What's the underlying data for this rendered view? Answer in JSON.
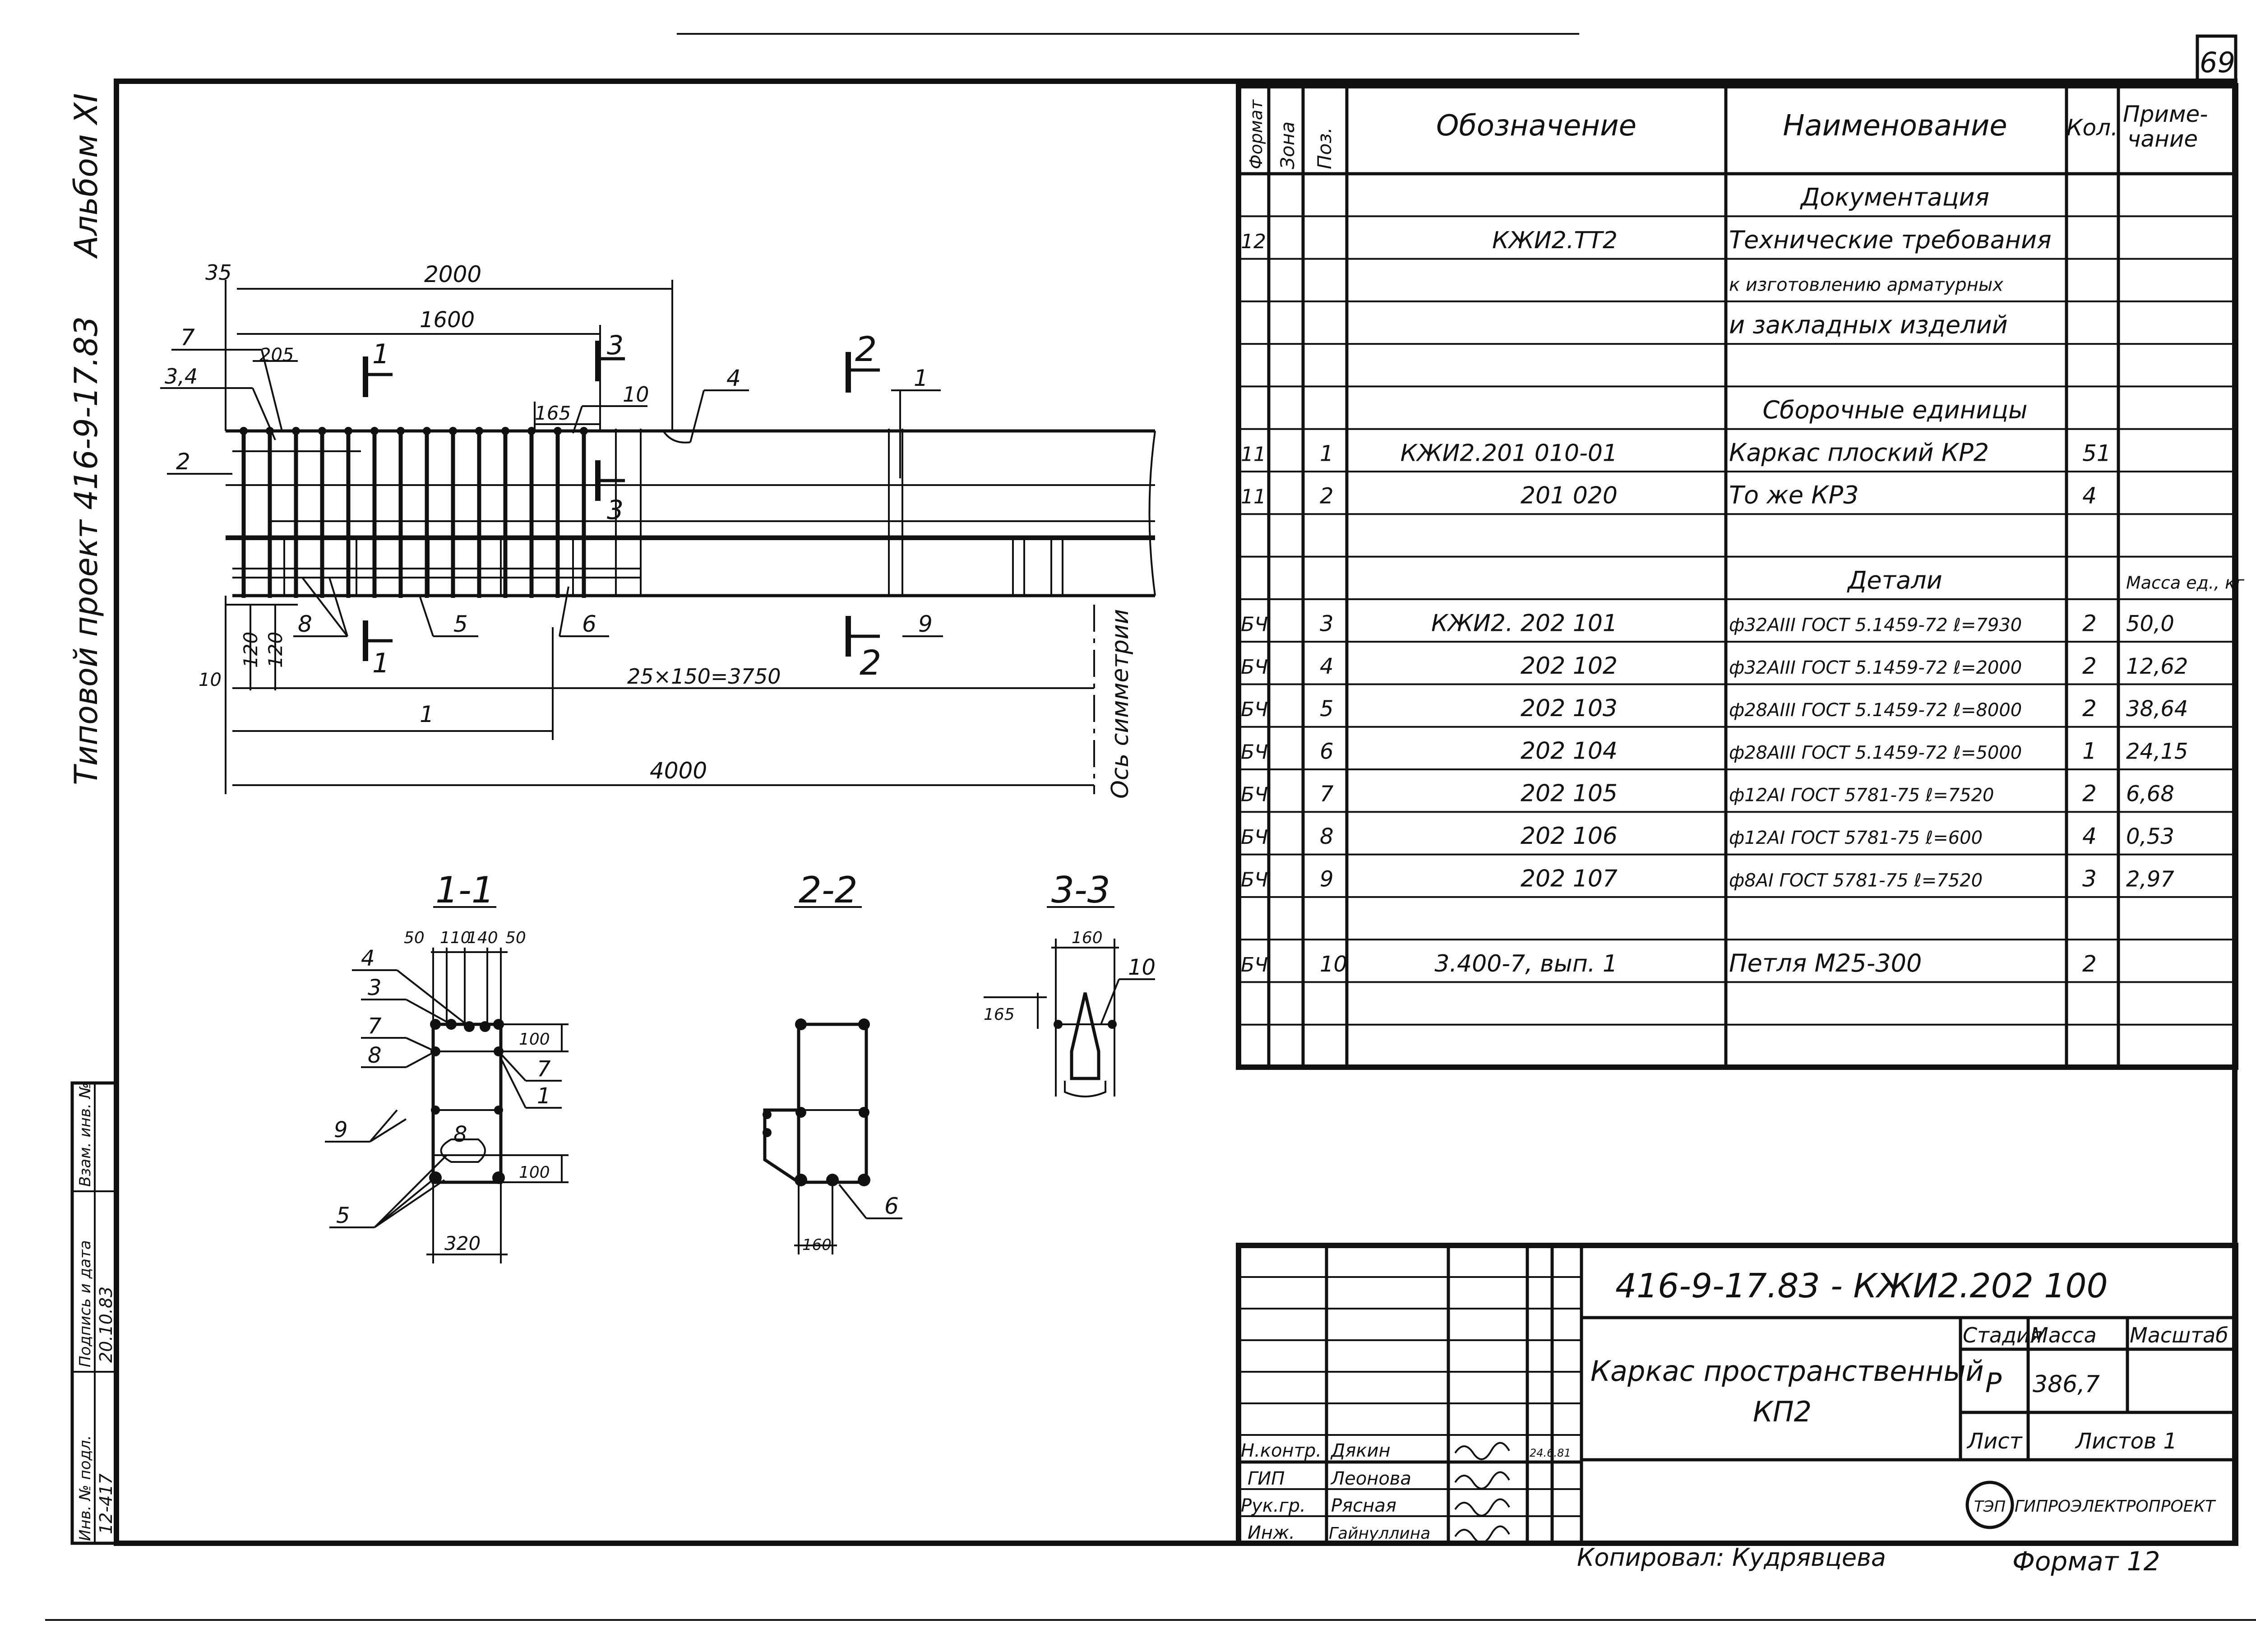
{
  "sheet": {
    "number": "69",
    "album": "Альбом XI",
    "project": "Типовой проект 416-9-17.83",
    "copied_by": "Копировал: Кудрявцева",
    "format": "Формат 12"
  },
  "spec_table": {
    "headers": [
      "Формат",
      "Зона",
      "Поз.",
      "Обозначение",
      "Наименование",
      "Кол.",
      "Приме-\nчание"
    ],
    "rows": [
      {
        "format": "",
        "zone": "",
        "pos": "",
        "designation": "",
        "name": "Документация",
        "qty": "",
        "note": "",
        "section": true
      },
      {
        "format": "12",
        "zone": "",
        "pos": "",
        "designation": "КЖИ2.ТТ2",
        "name": "Технические требования",
        "qty": "",
        "note": ""
      },
      {
        "format": "",
        "zone": "",
        "pos": "",
        "designation": "",
        "name": "к изготовлению арматурных",
        "qty": "",
        "note": ""
      },
      {
        "format": "",
        "zone": "",
        "pos": "",
        "designation": "",
        "name": "и закладных изделий",
        "qty": "",
        "note": ""
      },
      {
        "format": "",
        "zone": "",
        "pos": "",
        "designation": "",
        "name": "",
        "qty": "",
        "note": ""
      },
      {
        "format": "",
        "zone": "",
        "pos": "",
        "designation": "",
        "name": "Сборочные единицы",
        "qty": "",
        "note": "",
        "section": true
      },
      {
        "format": "11",
        "zone": "",
        "pos": "1",
        "designation": "КЖИ2.201 010-01",
        "name": "Каркас плоский КР2",
        "qty": "51",
        "note": ""
      },
      {
        "format": "11",
        "zone": "",
        "pos": "2",
        "designation": "201 020",
        "name": "То же   КР3",
        "qty": "4",
        "note": ""
      },
      {
        "format": "",
        "zone": "",
        "pos": "",
        "designation": "",
        "name": "",
        "qty": "",
        "note": ""
      },
      {
        "format": "",
        "zone": "",
        "pos": "",
        "designation": "",
        "name": "Детали",
        "qty": "",
        "note": "Масса ед., кг",
        "section": true
      },
      {
        "format": "БЧ",
        "zone": "",
        "pos": "3",
        "designation": "КЖИ2. 202 101",
        "name": "ф32АIII ГОСТ 5.1459-72  ℓ=7930",
        "qty": "2",
        "note": "50,0"
      },
      {
        "format": "БЧ",
        "zone": "",
        "pos": "4",
        "designation": "202 102",
        "name": "ф32АIII ГОСТ 5.1459-72  ℓ=2000",
        "qty": "2",
        "note": "12,62"
      },
      {
        "format": "БЧ",
        "zone": "",
        "pos": "5",
        "designation": "202 103",
        "name": "ф28АIII ГОСТ 5.1459-72  ℓ=8000",
        "qty": "2",
        "note": "38,64"
      },
      {
        "format": "БЧ",
        "zone": "",
        "pos": "6",
        "designation": "202 104",
        "name": "ф28АIII ГОСТ 5.1459-72  ℓ=5000",
        "qty": "1",
        "note": "24,15"
      },
      {
        "format": "БЧ",
        "zone": "",
        "pos": "7",
        "designation": "202 105",
        "name": "ф12АI ГОСТ 5781-75  ℓ=7520",
        "qty": "2",
        "note": "6,68"
      },
      {
        "format": "БЧ",
        "zone": "",
        "pos": "8",
        "designation": "202 106",
        "name": "ф12АI ГОСТ 5781-75  ℓ=600",
        "qty": "4",
        "note": "0,53"
      },
      {
        "format": "БЧ",
        "zone": "",
        "pos": "9",
        "designation": "202 107",
        "name": "ф8АI ГОСТ 5781-75  ℓ=7520",
        "qty": "3",
        "note": "2,97"
      },
      {
        "format": "",
        "zone": "",
        "pos": "",
        "designation": "",
        "name": "",
        "qty": "",
        "note": ""
      },
      {
        "format": "БЧ",
        "zone": "",
        "pos": "10",
        "designation": "3.400-7, вып. 1",
        "name": "Петля М25-300",
        "qty": "2",
        "note": ""
      },
      {
        "format": "",
        "zone": "",
        "pos": "",
        "designation": "",
        "name": "",
        "qty": "",
        "note": ""
      },
      {
        "format": "",
        "zone": "",
        "pos": "",
        "designation": "",
        "name": "",
        "qty": "",
        "note": ""
      }
    ]
  },
  "title_block": {
    "code": "416-9-17.83 - КЖИ2.202 100",
    "title_line1": "Каркас пространственный",
    "title_line2": "КП2",
    "stage_label": "Стадия",
    "mass_label": "Масса",
    "scale_label": "Масштаб",
    "stage": "Р",
    "mass": "386,7",
    "sheet_label": "Лист",
    "sheets_label": "Листов 1",
    "org": "ГИПРОЭЛЕКТРОПРОЕКТ",
    "logo_letters": "ТЭП",
    "roles": [
      {
        "role": "Н.контр.",
        "name": "Дякин",
        "date": "24.6.81"
      },
      {
        "role": "ГИП",
        "name": "Леонова",
        "date": ""
      },
      {
        "role": "Рук.гр.",
        "name": "Рясная",
        "date": ""
      },
      {
        "role": "Инж.",
        "name": "Гайнуллина",
        "date": ""
      }
    ]
  },
  "side_stamp": {
    "labels": [
      "Инв. № подл.",
      "Подпись и дата",
      "Взам. инв. №"
    ],
    "values": [
      "12-417",
      "20.10.83",
      ""
    ]
  },
  "elevation": {
    "dims": {
      "d35": "35",
      "d2000": "2000",
      "d1600": "1600",
      "d205": "205",
      "d165": "165",
      "d120a": "120",
      "d120b": "120",
      "d10": "10",
      "pitch": "25×150=3750",
      "d1": "1",
      "d4000": "4000"
    },
    "callouts": {
      "c7": "7",
      "c34": "3,4",
      "c2": "2",
      "c10": "10",
      "c4": "4",
      "c1": "1",
      "c8": "8",
      "c5": "5",
      "c6": "6",
      "c9": "9"
    },
    "section_marks": {
      "s1": "1",
      "s2": "2",
      "s3": "3"
    },
    "axis_label": "Ось симметрии"
  },
  "sections": {
    "s11": {
      "title": "1-1",
      "d50a": "50",
      "d110": "110",
      "d140": "140",
      "d50b": "50",
      "d100a": "100",
      "d100b": "100",
      "d320": "320",
      "c4": "4",
      "c3": "3",
      "c7a": "7",
      "c8a": "8",
      "c7b": "7",
      "c1": "1",
      "c8b": "8",
      "c9": "9",
      "c5": "5"
    },
    "s22": {
      "title": "2-2",
      "d160": "160",
      "c6": "6"
    },
    "s33": {
      "title": "3-3",
      "d160": "160",
      "d165": "165",
      "c10": "10"
    }
  }
}
